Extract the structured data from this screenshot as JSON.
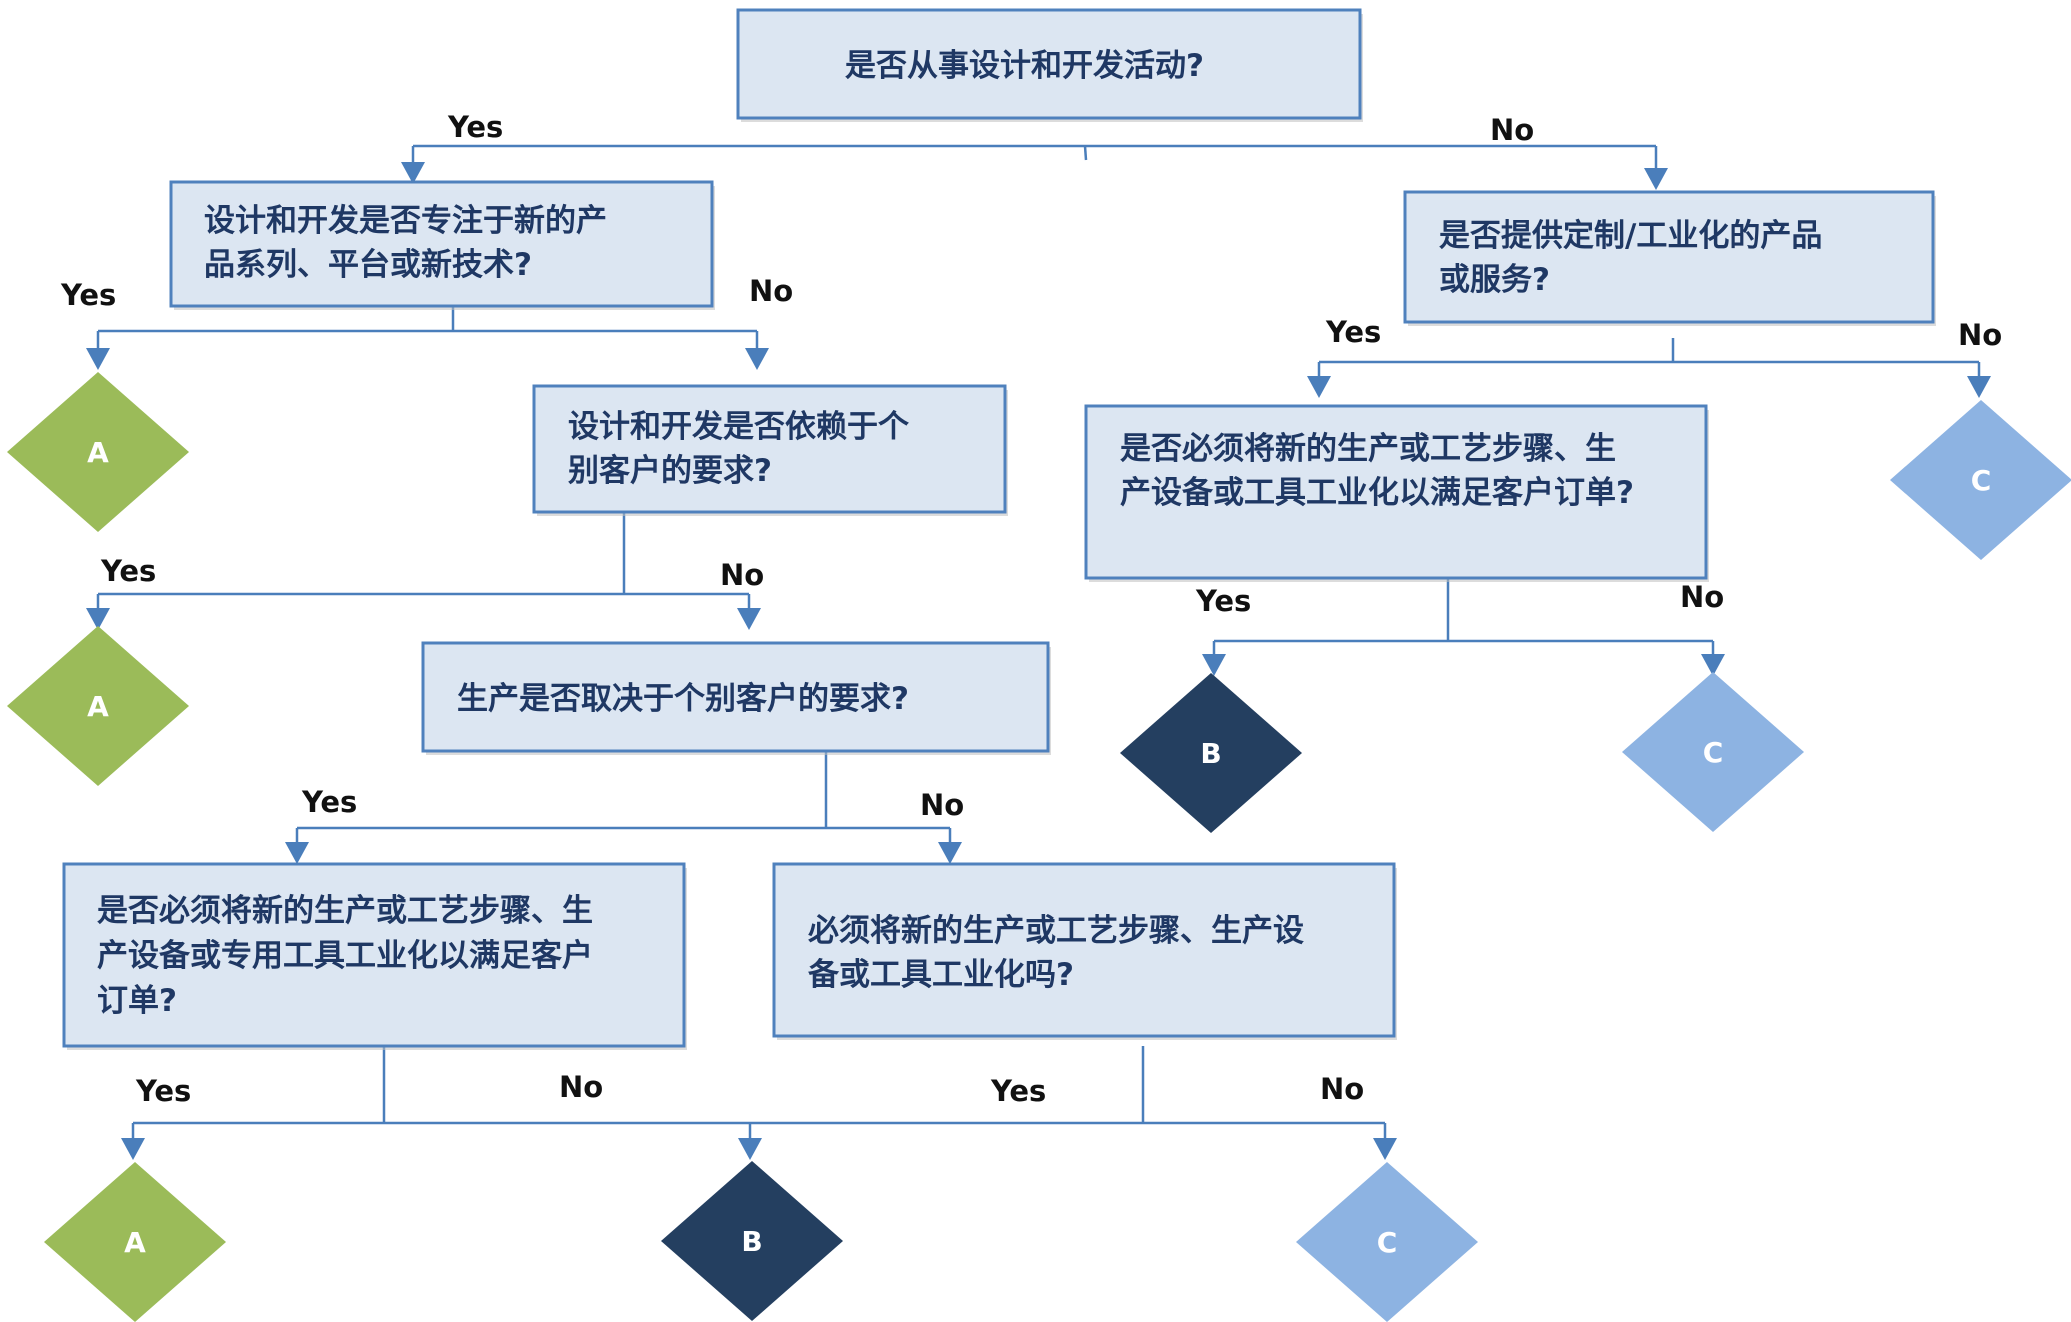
{
  "questions": {
    "q1": {
      "lines": [
        "是否从事设计和开发活动?"
      ]
    },
    "q2": {
      "lines": [
        "设计和开发是否专注于新的产",
        "品系列、平台或新技术?"
      ]
    },
    "q3": {
      "lines": [
        "设计和开发是否依赖于个",
        "别客户的要求?"
      ]
    },
    "q4": {
      "lines": [
        "生产是否取决于个别客户的要求?"
      ]
    },
    "q5": {
      "lines": [
        "是否必须将新的生产或工艺步骤、生",
        "产设备或专用工具工业化以满足客户",
        "订单?"
      ]
    },
    "q6": {
      "lines": [
        "必须将新的生产或工艺步骤、生产设",
        "备或工具工业化吗?"
      ]
    },
    "q7": {
      "lines": [
        "是否提供定制/工业化的产品",
        "或服务?"
      ]
    },
    "q8": {
      "lines": [
        "是否必须将新的生产或工艺步骤、生",
        "产设备或工具工业化以满足客户订单?"
      ]
    }
  },
  "edge_labels": {
    "yes": "Yes",
    "no": "No"
  },
  "outcomes": {
    "a": "A",
    "b": "B",
    "c": "C"
  },
  "colors": {
    "box_fill": "#dce6f2",
    "box_border": "#4f81bd",
    "connector": "#4a7ebb",
    "outcome_a": "#9bbb59",
    "outcome_b": "#243f60",
    "outcome_c": "#8db3e2"
  }
}
